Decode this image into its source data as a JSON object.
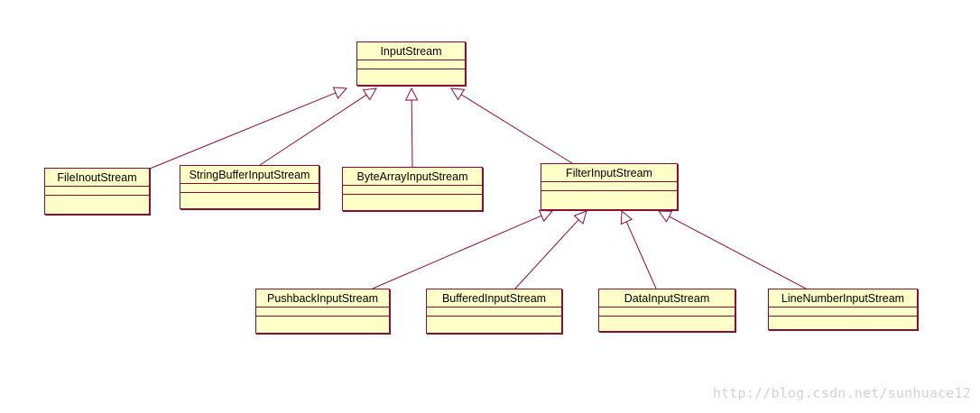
{
  "diagram": {
    "classes": {
      "root": "InputStream",
      "file": "FileInoutStream",
      "stringbuffer": "StringBufferInputStream",
      "bytearray": "ByteArrayInputStream",
      "filter": "FilterInputStream",
      "pushback": "PushbackInputStream",
      "buffered": "BufferedInputStream",
      "data": "DataInputStream",
      "linenumber": "LineNumberInputStream"
    },
    "inheritance": [
      {
        "child": "file",
        "parent": "root"
      },
      {
        "child": "stringbuffer",
        "parent": "root"
      },
      {
        "child": "bytearray",
        "parent": "root"
      },
      {
        "child": "filter",
        "parent": "root"
      },
      {
        "child": "pushback",
        "parent": "filter"
      },
      {
        "child": "buffered",
        "parent": "filter"
      },
      {
        "child": "data",
        "parent": "filter"
      },
      {
        "child": "linenumber",
        "parent": "filter"
      }
    ],
    "colors": {
      "box_fill": "#ffffc8",
      "line": "#8b0b33"
    }
  },
  "watermark": "http://blog.csdn.net/sunhuace12"
}
